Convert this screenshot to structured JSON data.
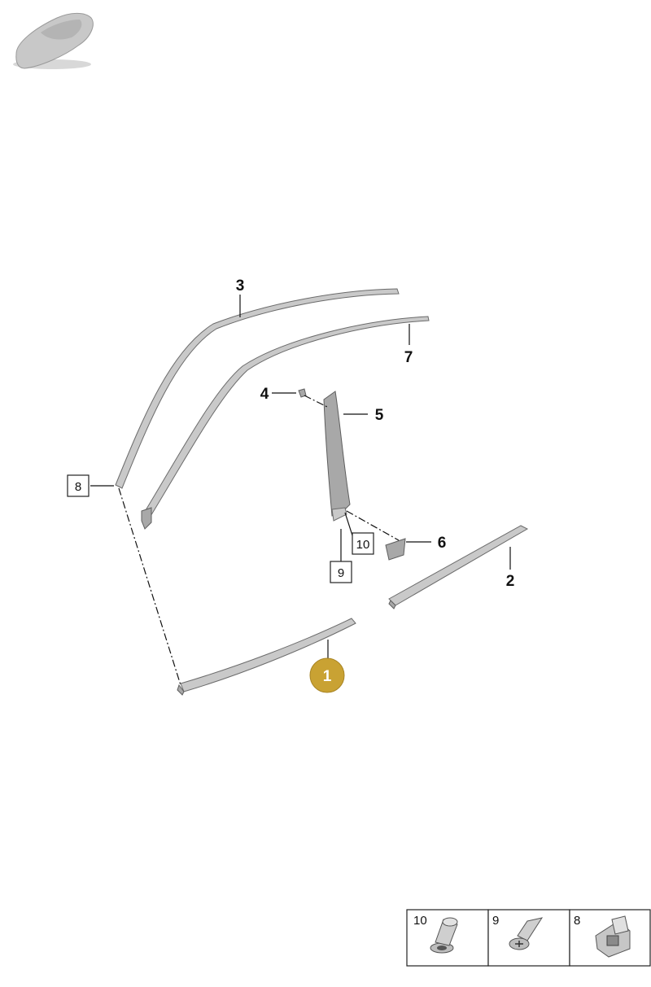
{
  "diagram": {
    "callouts": {
      "c1": "1",
      "c2": "2",
      "c3": "3",
      "c4": "4",
      "c5": "5",
      "c6": "6",
      "c7": "7"
    },
    "boxed_callouts": {
      "b8": "8",
      "b9": "9",
      "b10": "10"
    },
    "highlight_color": "#c9a233"
  },
  "legend": {
    "cells": [
      {
        "label": "10",
        "icon": "rivet-nut-icon"
      },
      {
        "label": "9",
        "icon": "screw-icon"
      },
      {
        "label": "8",
        "icon": "clip-icon"
      }
    ]
  }
}
